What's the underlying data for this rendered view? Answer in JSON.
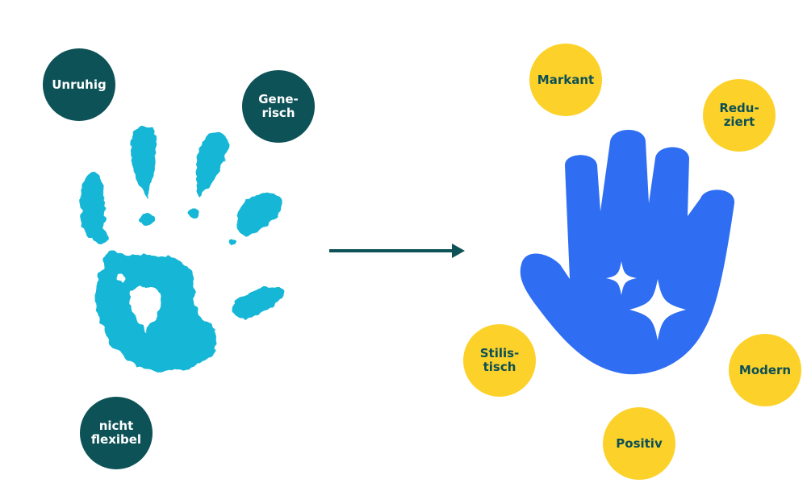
{
  "colors": {
    "negative_bubble": "#0d5257",
    "negative_text": "#ffffff",
    "positive_bubble": "#fcd22a",
    "positive_text": "#0d4f55",
    "old_hand": "#16b6d6",
    "new_hand": "#2f6ef2",
    "arrow": "#0d5257",
    "sparkle": "#ffffff"
  },
  "icons": {
    "old_mark": "textured-handprint-icon",
    "transition": "right-arrow-icon",
    "new_mark": "hand-with-sparkles-icon"
  },
  "before": {
    "attributes": [
      {
        "label": "Unruhig"
      },
      {
        "label": "Gene-\nrisch"
      },
      {
        "label": "nicht\nflexibel"
      }
    ]
  },
  "after": {
    "attributes": [
      {
        "label": "Markant"
      },
      {
        "label": "Redu-\nziert"
      },
      {
        "label": "Stilis-\ntisch"
      },
      {
        "label": "Modern"
      },
      {
        "label": "Positiv"
      }
    ]
  }
}
